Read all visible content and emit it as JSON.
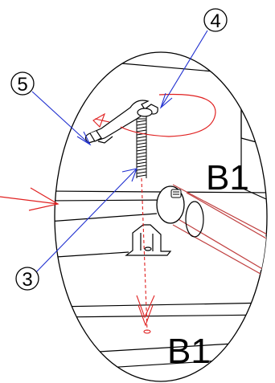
{
  "callouts": {
    "c4": "4",
    "c5": "5",
    "c3": "3"
  },
  "labels": {
    "b1_upper": "B1",
    "b1_lower": "B1"
  },
  "colors": {
    "line": "#000000",
    "red": "#e02020",
    "blue": "#2030d0",
    "rod_red": "#c04040"
  }
}
